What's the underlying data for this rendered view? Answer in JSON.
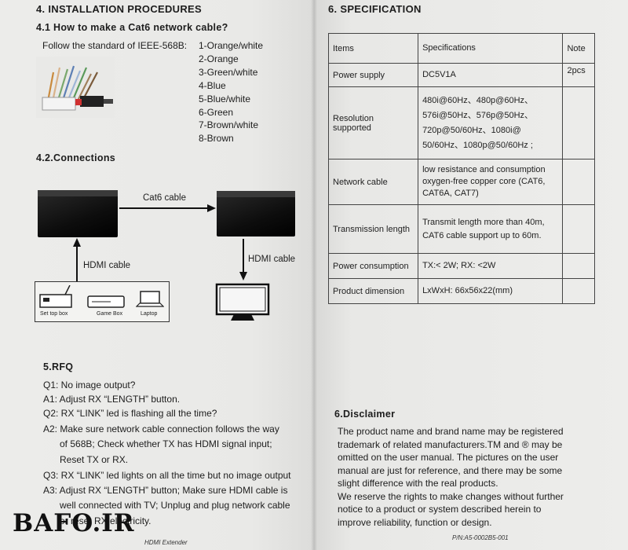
{
  "left": {
    "section4_title": "4. INSTALLATION PROCEDURES",
    "s41_title": "4.1 How to make a Cat6 network cable?",
    "s41_intro": "Follow the standard of IEEE-568B:",
    "pairs": [
      "1-Orange/white",
      "2-Orange",
      "3-Green/white",
      "4-Blue",
      "5-Blue/white",
      "6-Green",
      "7-Brown/white",
      "8-Brown"
    ],
    "s42_title": "4.2.Connections",
    "cat6_label": "Cat6 cable",
    "hdmi_left_label": "HDMI cable",
    "hdmi_right_label": "HDMI cable",
    "devices": [
      "Set top box",
      "Game Box",
      "Laptop"
    ],
    "rfq_title": "5.RFQ",
    "rfq": [
      "Q1: No image output?",
      "A1: Adjust RX “LENGTH” button.",
      "Q2: RX “LINK” led is flashing all the time?",
      "A2: Make sure network cable connection follows the way",
      "of 568B; Check whether TX has HDMI signal input;",
      "Reset TX or RX.",
      "Q3: RX “LINK” led lights on all the time but no image output",
      "A3: Adjust RX “LENGTH” button; Make sure HDMI cable is",
      "well connected with TV; Unplug and plug network cable",
      "or reset RX electricity."
    ],
    "footer": "HDMI Extender",
    "watermark": "BAFO.IR"
  },
  "right": {
    "section6_title": "6. SPECIFICATION",
    "spec_header": {
      "items": "Items",
      "spec": "Specifications",
      "note": "Note"
    },
    "spec_rows": [
      {
        "item": "Power supply",
        "spec": "DC5V1A",
        "note": "2pcs"
      },
      {
        "item": "Resolution supported",
        "spec": "480i@60Hz、480p@60Hz、 576i@50Hz、576p@50Hz、 720p@50/60Hz、1080i@ 50/60Hz、1080p@50/60Hz ;",
        "note": ""
      },
      {
        "item": "Network cable",
        "spec": "low resistance and consumption oxygen-free copper core (CAT6, CAT6A, CAT7)",
        "note": ""
      },
      {
        "item": "Transmission  length",
        "spec": "Transmit length more than 40m, CAT6 cable support up to 60m.",
        "note": ""
      },
      {
        "item": "Power consumption",
        "spec": "TX:< 2W; RX: <2W",
        "note": ""
      },
      {
        "item": "Product dimension",
        "spec": "LxWxH: 66x56x22(mm)",
        "note": ""
      }
    ],
    "disclaimer_title": "6.Disclaimer",
    "disclaimer": [
      "The product name and brand name may be registered",
      "trademark of related manufacturers.TM and ® may be",
      "omitted on the user manual. The pictures on the user",
      "manual are just for reference, and there may be some",
      "slight difference with the real products.",
      "We reserve the rights to make changes without further",
      "notice to a product or system described herein to",
      "improve reliability, function or design."
    ],
    "footer": "P/N:A5-0002B5-001"
  }
}
